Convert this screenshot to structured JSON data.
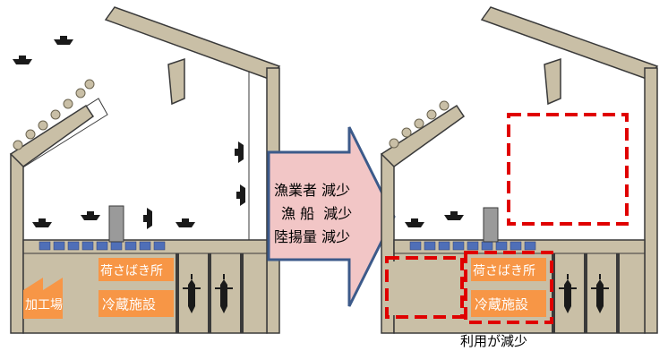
{
  "colors": {
    "wall": "#c9bfa6",
    "wall_stroke": "#3a3a3a",
    "orange": "#f79646",
    "arrow_fill": "#f2c6c6",
    "arrow_stroke": "#3c5a8a",
    "dash_red": "#e00000",
    "blue_block": "#4f6fb8",
    "boat": "#1a1a1a"
  },
  "left_harbor": {
    "processing_label": "加工場",
    "handling_label": "荷さばき所",
    "cold_storage_label": "冷蔵施設"
  },
  "arrow": {
    "lines": [
      "漁業者 減少",
      "漁 船  減少",
      "陸揚量 減少"
    ]
  },
  "right_harbor": {
    "handling_label": "荷さばき所",
    "cold_storage_label": "冷蔵施設",
    "caption": "利用が減少"
  }
}
